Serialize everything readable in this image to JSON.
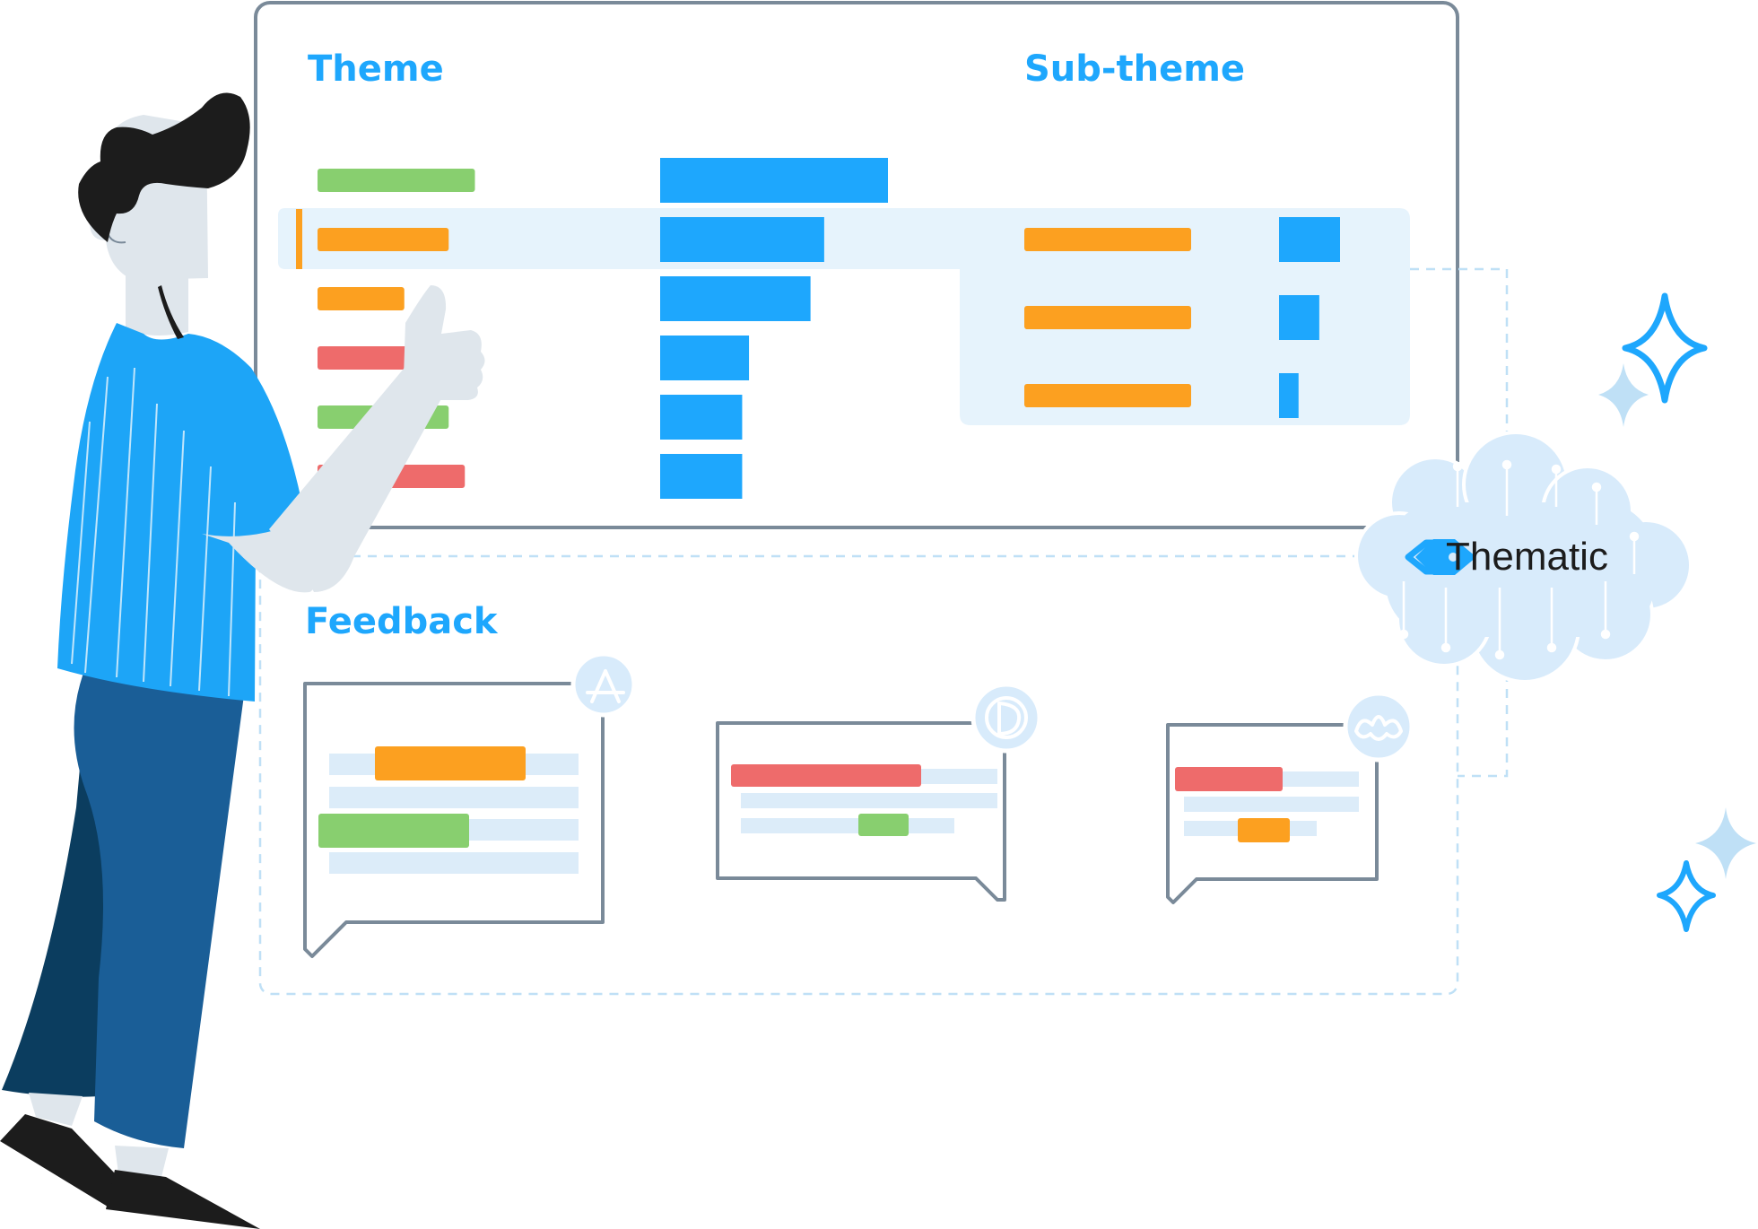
{
  "colors": {
    "accent": "#1ea7fd",
    "frame": "#7a8a99",
    "highlight": "#e6f3fc",
    "green": "#88cf6f",
    "orange": "#fca020",
    "red": "#ee6b6b",
    "feedback_line": "#dcecf9",
    "cloud": "#d8ebfb",
    "ink": "#1c1c1c",
    "shirt": "#1da5f7",
    "pants": "#1a5e97",
    "skin": "#dfe6ec"
  },
  "dashboard": {
    "theme_label": "Theme",
    "subtheme_label": "Sub-theme",
    "theme_rows": [
      {
        "color": "green",
        "length": 0.78,
        "volume": 1.0,
        "selected": false
      },
      {
        "color": "orange",
        "length": 0.65,
        "volume": 0.72,
        "selected": true
      },
      {
        "color": "orange",
        "length": 0.43,
        "volume": 0.66,
        "selected": false
      },
      {
        "color": "red",
        "length": 0.78,
        "volume": 0.39,
        "selected": false
      },
      {
        "color": "green",
        "length": 0.65,
        "volume": 0.36,
        "selected": false
      },
      {
        "color": "red",
        "length": 0.73,
        "volume": 0.36,
        "selected": false
      }
    ],
    "subtheme_rows": [
      {
        "color": "orange",
        "length": 1.0,
        "volume": 1.0
      },
      {
        "color": "orange",
        "length": 1.0,
        "volume": 0.66
      },
      {
        "color": "orange",
        "length": 1.0,
        "volume": 0.32
      }
    ]
  },
  "feedback": {
    "label": "Feedback",
    "cards": [
      {
        "source_icon": "app-store-icon"
      },
      {
        "source_icon": "review-site-icon"
      },
      {
        "source_icon": "survey-monkey-icon"
      }
    ]
  },
  "brand": {
    "name": "Thematic",
    "logo_icon": "thematic-tag-icon"
  },
  "decor": {
    "sparkle_icon": "sparkle-icon"
  }
}
